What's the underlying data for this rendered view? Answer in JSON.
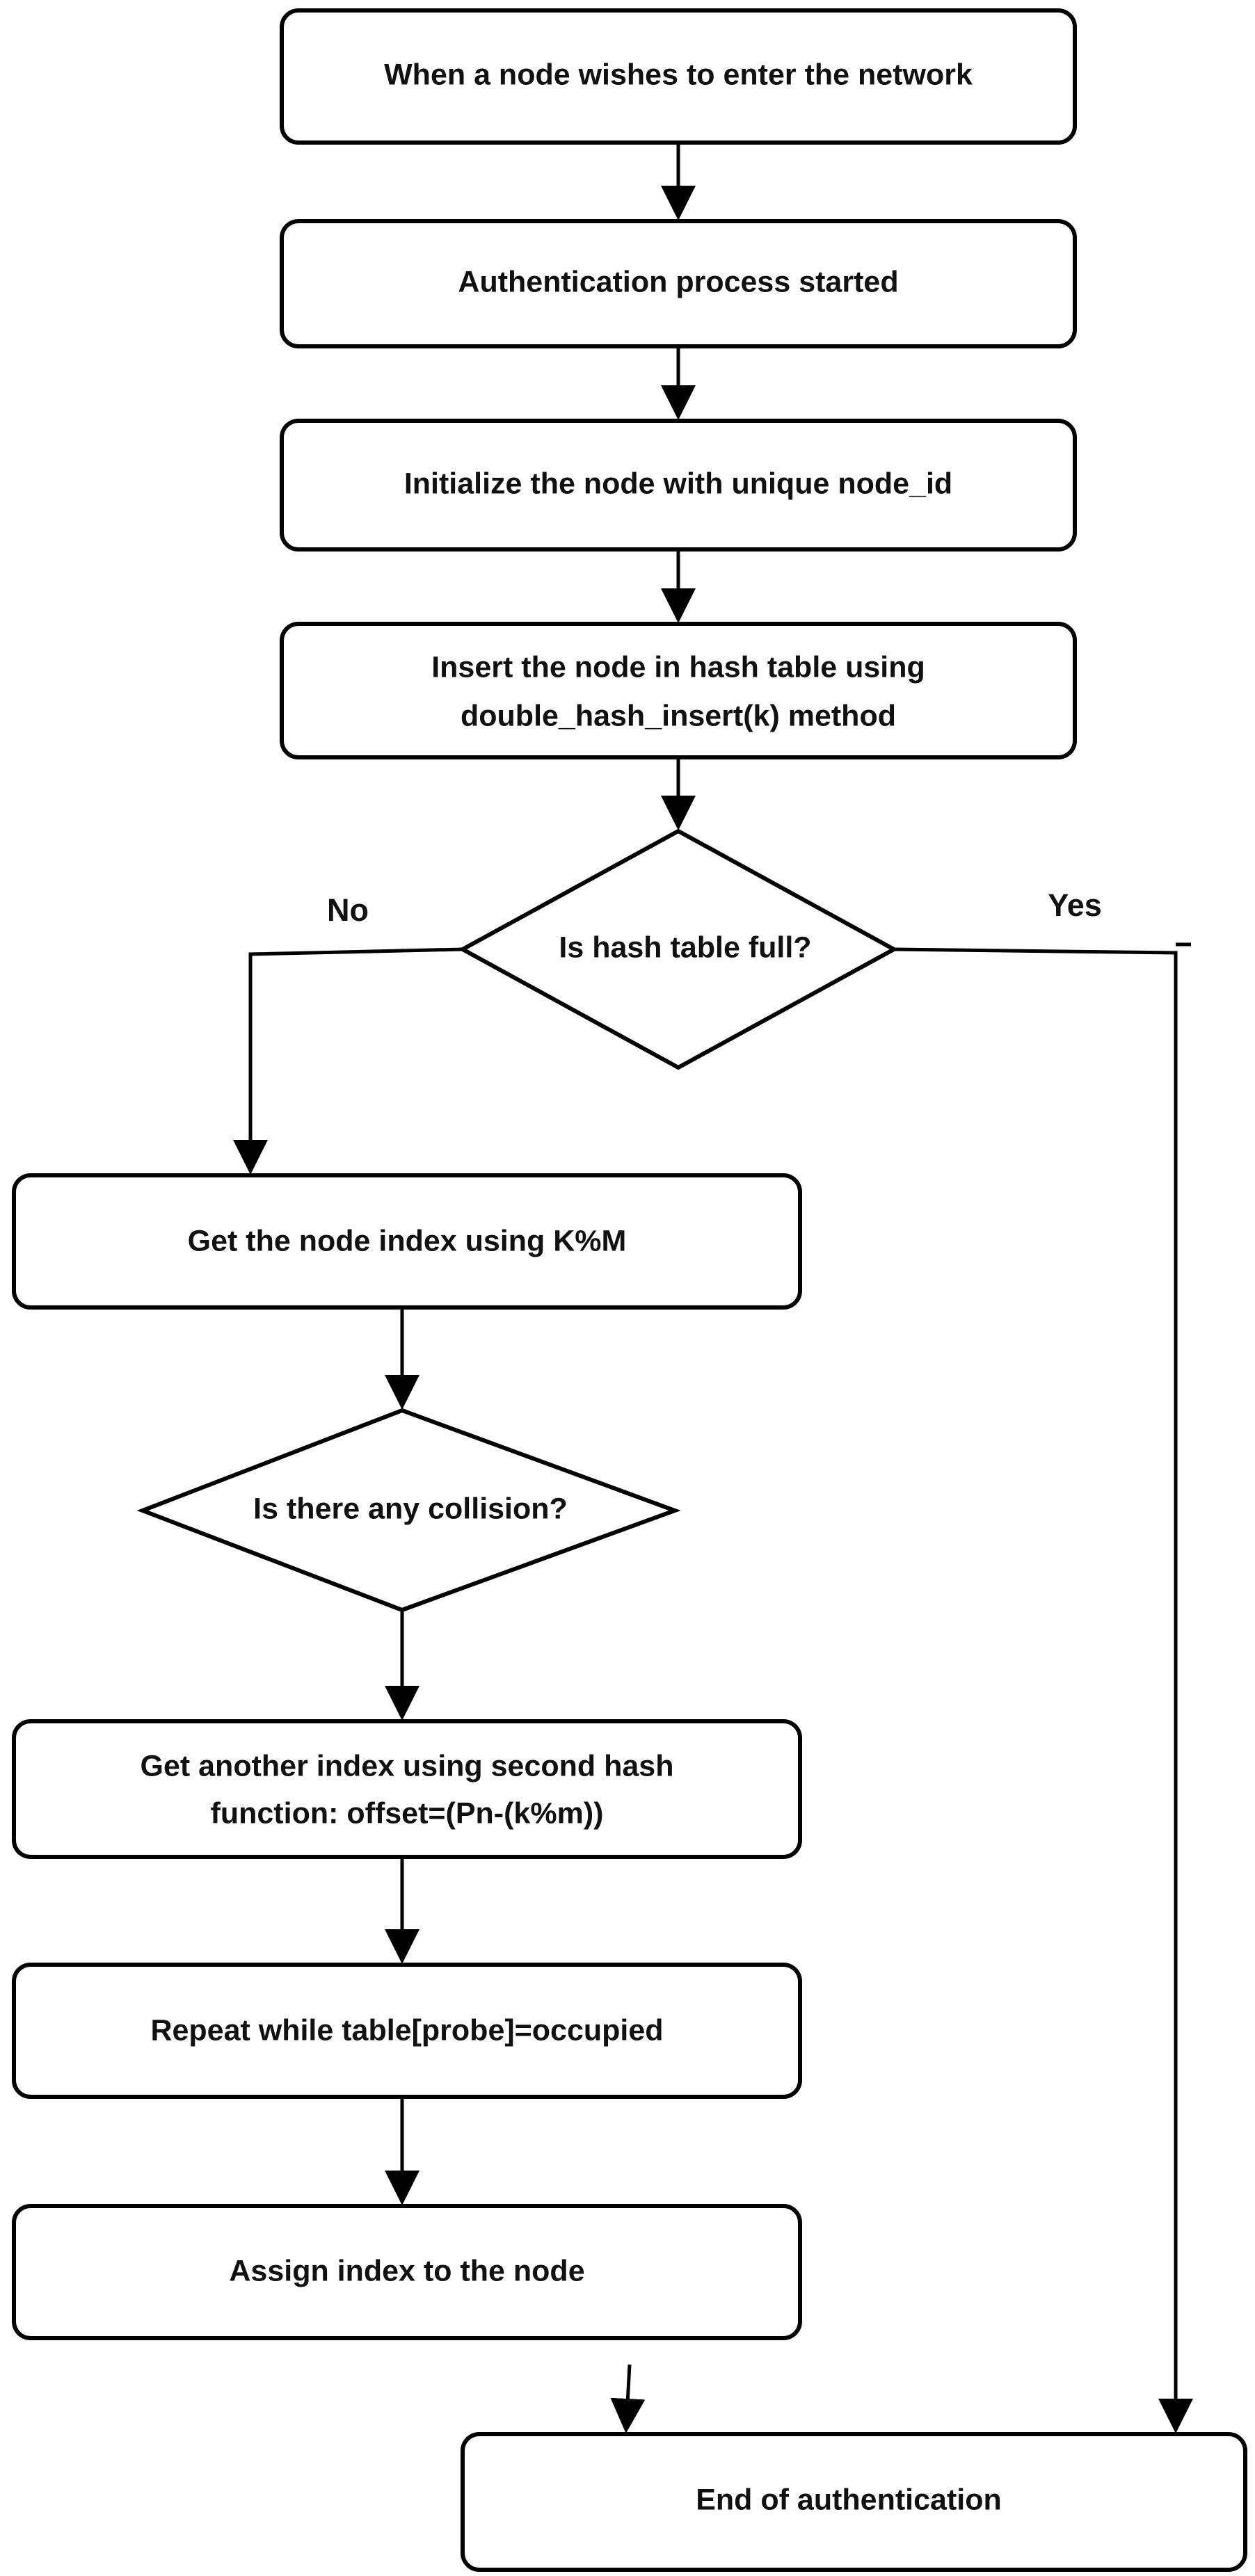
{
  "diagram": {
    "nodes": {
      "enter_network": "When a node  wishes to enter the network",
      "auth_started": "Authentication process started",
      "initialize_node": "Initialize the node with unique node_id",
      "insert_node_line1": "Insert the node in hash table using",
      "insert_node_line2": "double_hash_insert(k) method",
      "hash_table_full": "Is hash table full?",
      "get_node_index": "Get the node index using K%M",
      "collision": "Is there any collision?",
      "another_index_line1": "Get another index using second hash",
      "another_index_line2": "function: offset=(Pn-(k%m))",
      "repeat_probe": "Repeat while table[probe]=occupied",
      "assign_index": "Assign index to the node",
      "end_auth": "End of authentication"
    },
    "edge_labels": {
      "no": "No",
      "yes": "Yes"
    }
  }
}
